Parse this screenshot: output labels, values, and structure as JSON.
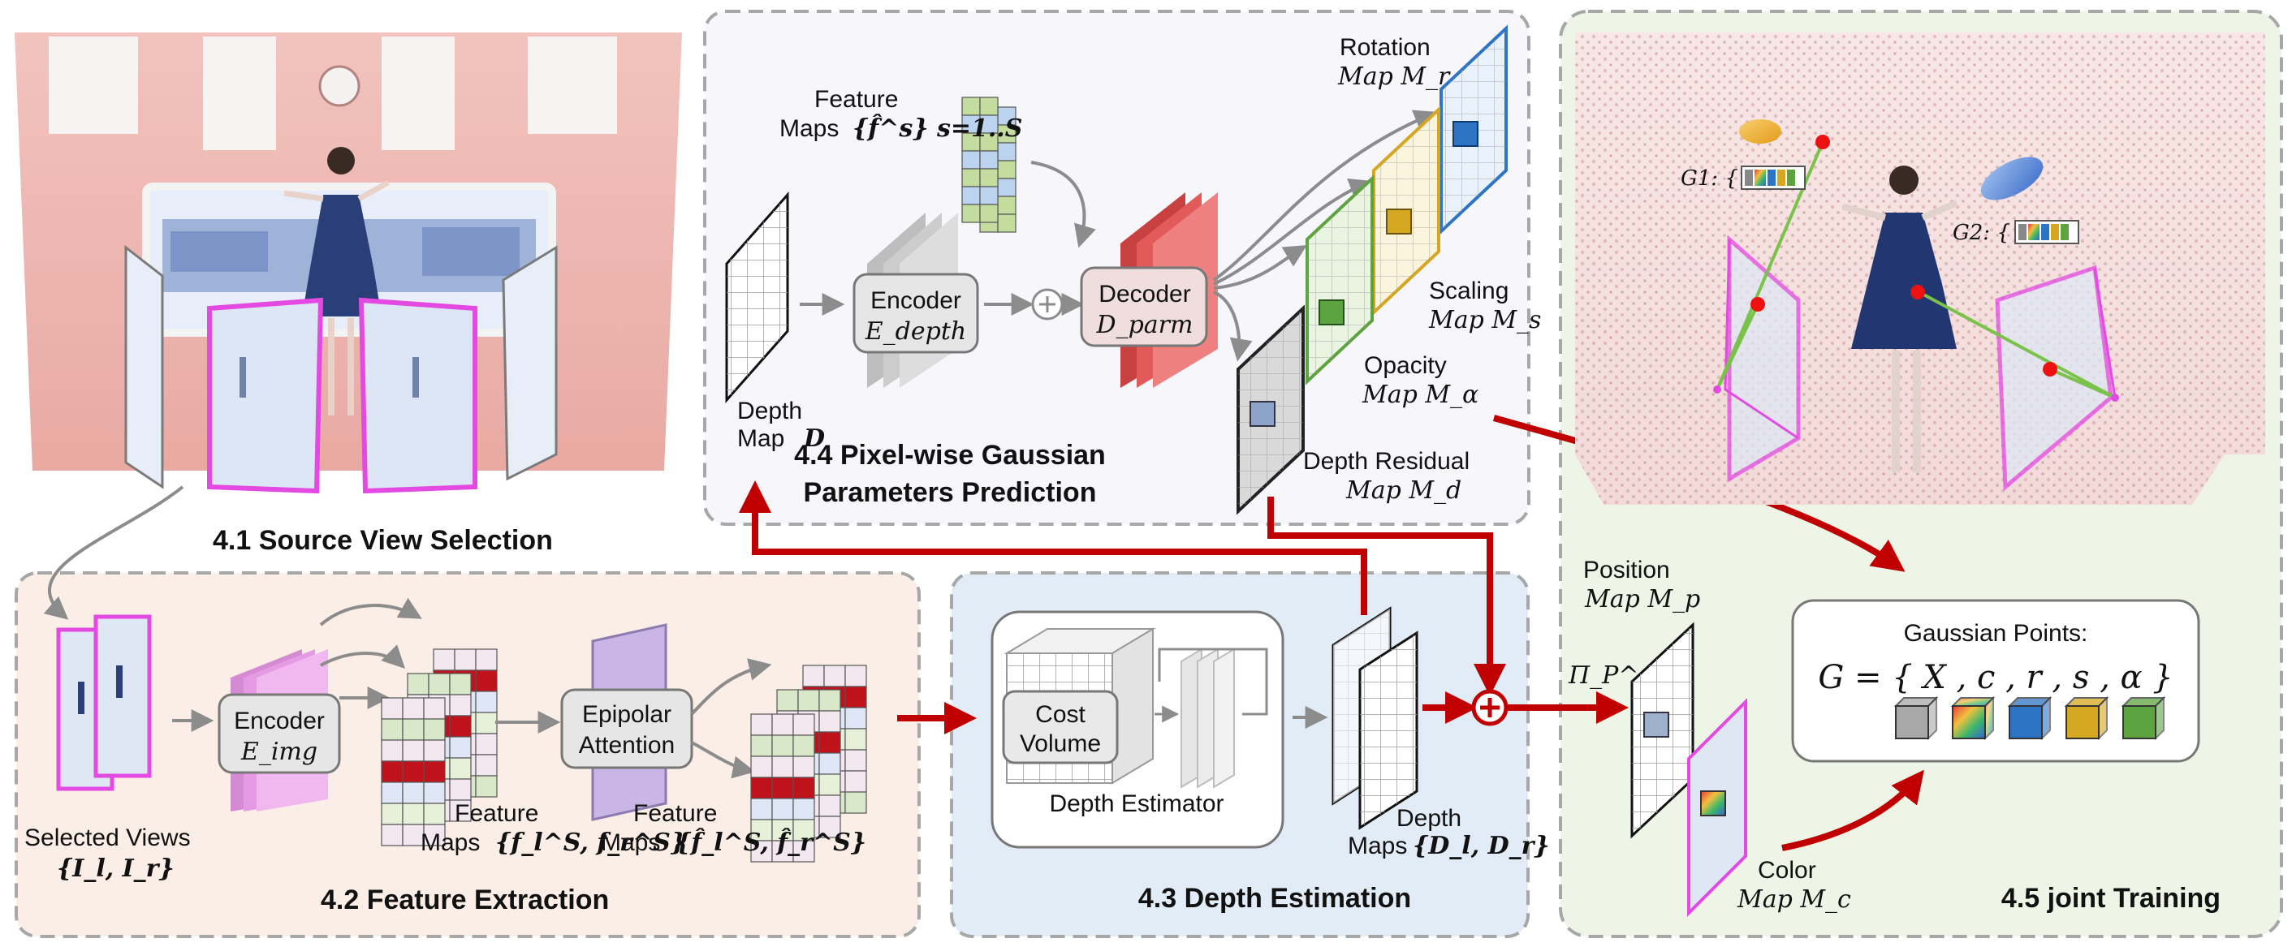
{
  "colors": {
    "panel_stroke": "#a7a7a7",
    "panel_44_fill": "#f7f6fb",
    "panel_42_fill": "#fbeee6",
    "panel_43_fill": "#e2ecf7",
    "panel_45_fill": "#eef5e6",
    "arrow_red": "#c00000",
    "arrow_gray": "#8c8c8c",
    "magenta": "#e24ae2",
    "rotation_blue": "#2e74c4",
    "scaling_yellow": "#d6a720",
    "opacity_green": "#5da33f",
    "decoder_red": "#e35a5a",
    "encoder_gray": "#c9c9c9",
    "encoder_pink": "#e59be3"
  },
  "section_41": {
    "title": "4.1 Source View Selection"
  },
  "section_42": {
    "title": "4.2 Feature Extraction",
    "selected_views_label": "Selected Views",
    "selected_views_math": "{I_l, I_r}",
    "encoder_label": "Encoder",
    "encoder_math": "E_img",
    "feature_maps_label": "Feature",
    "feature_maps_label2": "Maps",
    "feature_maps_math": "{f_l^S, f_r^S}",
    "attention_label_1": "Epipolar",
    "attention_label_2": "Attention",
    "refined_maps_label": "Feature",
    "refined_maps_label2": "Maps",
    "refined_maps_math": "{f̂_l^S, f̂_r^S}"
  },
  "section_43": {
    "title": "4.3 Depth Estimation",
    "cost_volume_1": "Cost",
    "cost_volume_2": "Volume",
    "estimator_label": "Depth Estimator",
    "depth_maps_label": "Depth",
    "depth_maps_label2": "Maps",
    "depth_maps_math": "{D_l, D_r}"
  },
  "section_44": {
    "title_1": "4.4 Pixel-wise Gaussian",
    "title_2": "Parameters Prediction",
    "feature_maps_label": "Feature",
    "feature_maps_label2": "Maps",
    "feature_maps_math": "{f̂^s} s=1..S",
    "depth_label": "Depth",
    "depth_label2": "Map",
    "depth_math": "D",
    "encoder_label": "Encoder",
    "encoder_math": "E_depth",
    "decoder_label": "Decoder",
    "decoder_math": "D_parm",
    "rotation_label": "Rotation",
    "rotation_math": "Map M_r",
    "scaling_label": "Scaling",
    "scaling_math": "Map M_s",
    "opacity_label": "Opacity",
    "opacity_math": "Map M_α",
    "residual_label": "Depth Residual",
    "residual_math": "Map M_d"
  },
  "section_45": {
    "title": "4.5 joint Training",
    "position_label": "Position",
    "position_math": "Map M_p",
    "color_label": "Color",
    "color_math": "Map M_c",
    "projection_math": "Π_P^-1",
    "gaussian_title": "Gaussian Points:",
    "gaussian_formula": "G = { X , c , r , s , α }",
    "g1_label": "G1: {",
    "g2_label": "G2: {"
  }
}
